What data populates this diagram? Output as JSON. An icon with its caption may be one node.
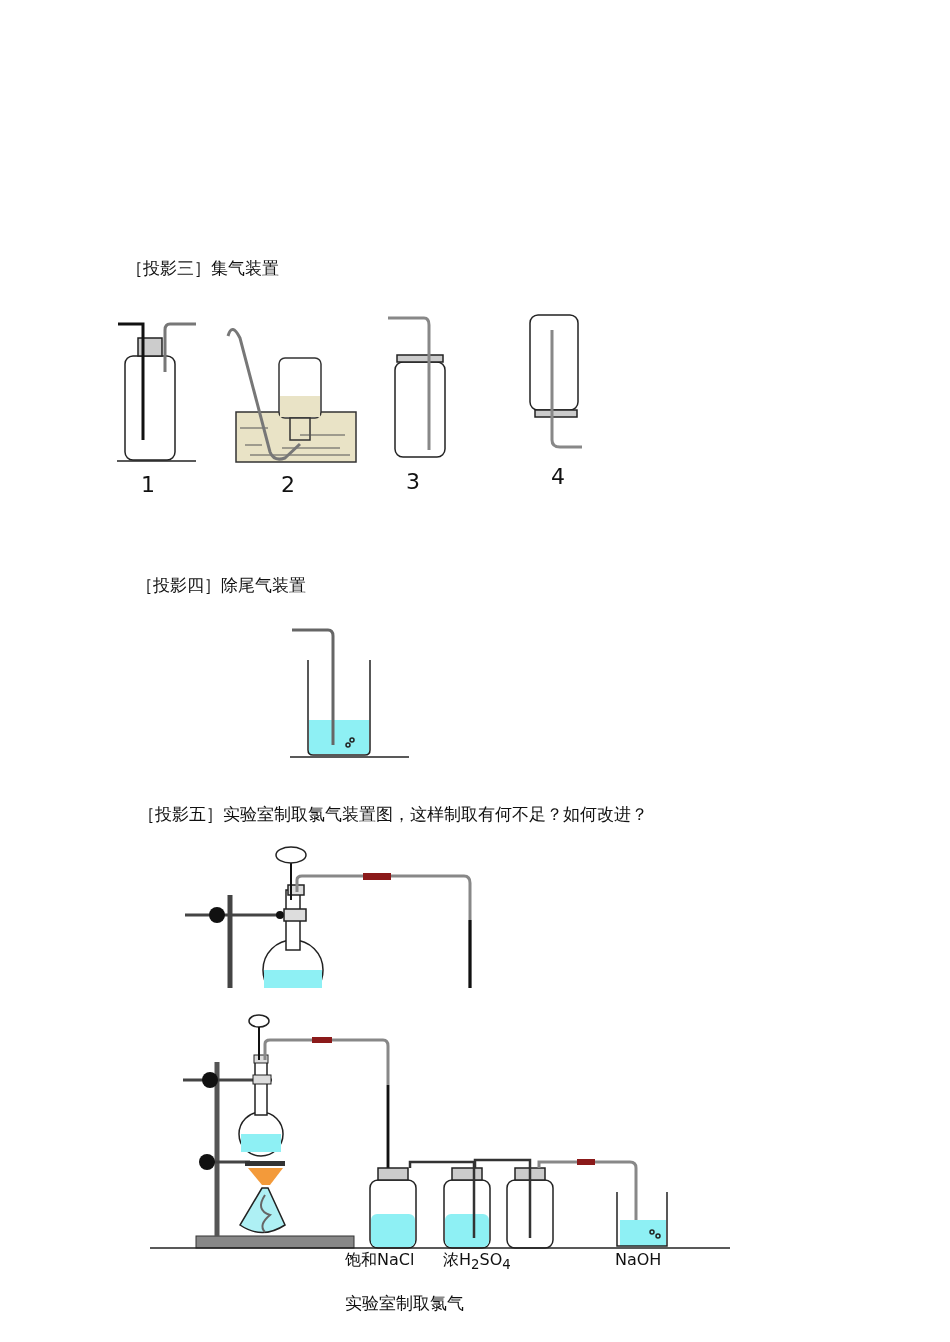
{
  "diagram": {
    "caption": "实验室制取氯气",
    "labels": [
      "［投影三］集气装置",
      "1",
      "2",
      "3",
      "4",
      "［投影四］除尾气装置",
      "［投影五］实验室制取氯气装置图，这样制取有何不足？如何改进？",
      "饱和NaCl",
      "浓H$_{2}$SO$_{4}$",
      "NaOH"
    ]
  }
}
